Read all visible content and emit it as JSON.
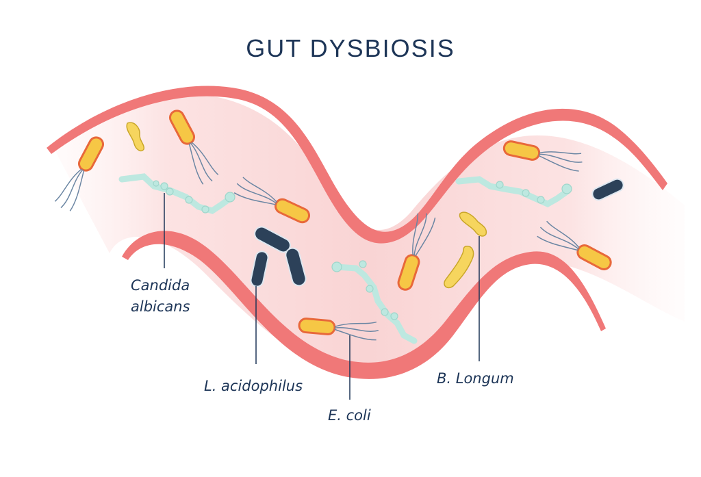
{
  "title": "GUT DYSBIOSIS",
  "labels": {
    "candida_line1": "Candida",
    "candida_line2": "albicans",
    "acidophilus": "L. acidophilus",
    "ecoli": "E. coli",
    "longum": "B. Longum"
  },
  "colors": {
    "title": "#1d3557",
    "gut_wall": "#f07878",
    "gut_interior": "#fbe1e1",
    "rod_bacteria_fill": "#f6c745",
    "rod_bacteria_outline": "#e8683a",
    "dark_bacteria": "#2c4159",
    "hyphae": "#bde8e0",
    "y_shaped_bacteria": "#f6d55e"
  }
}
